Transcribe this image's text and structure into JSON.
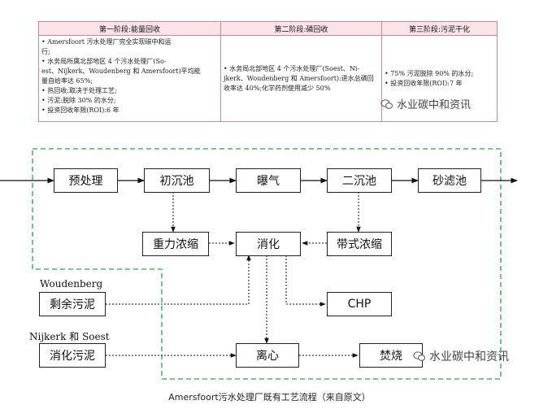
{
  "table": {
    "headers": [
      "第一阶段:能量回收",
      "第二阶段:磷回收",
      "第三阶段:污泥干化"
    ],
    "col1": [
      "• Amersfoort 污水处理厂完全实现碳中和运",
      "行;",
      "• 水务局所属北部地区 4 个污水处理厂(So-",
      "est、Nijkerk、Woudenberg 和 Amersfoort)平均能",
      "量自给率达 65%;",
      "• 热回收:取决于处理工艺;",
      "• 污泥:脱除 30% 的水分;",
      "• 投资回收年限(ROI):6 年"
    ],
    "col2": [
      "• 水务局北部地区 4 个污水处理厂(Soest、Ni-",
      "jkerk、Woudenberg 和 Amersfoort):进水总磷回",
      "收率达 40%;化学药剂使用减少 50%"
    ],
    "col3": [
      "• 75% 污泥脱除 90% 的水分;",
      "• 投资回收年限(ROI):7 年"
    ]
  },
  "watermark": "水业碳中和资讯",
  "diagram": {
    "boxes": {
      "pretreatment": "预处理",
      "primary": "初沉池",
      "aeration": "曝气",
      "secondary": "二沉池",
      "sandfilter": "砂滤池",
      "gravity": "重力浓缩",
      "digestion": "消化",
      "belt": "带式浓缩",
      "surplus": "剩余污泥",
      "chp": "CHP",
      "digested": "消化污泥",
      "centrifuge": "离心",
      "incineration": "焚烧"
    },
    "sources": {
      "woudenberg": "Woudenberg",
      "nijkerk": "Nijkerk 和 Soest"
    }
  },
  "caption": "Amersfoort污水处理厂既有工艺流程（来自原文）"
}
